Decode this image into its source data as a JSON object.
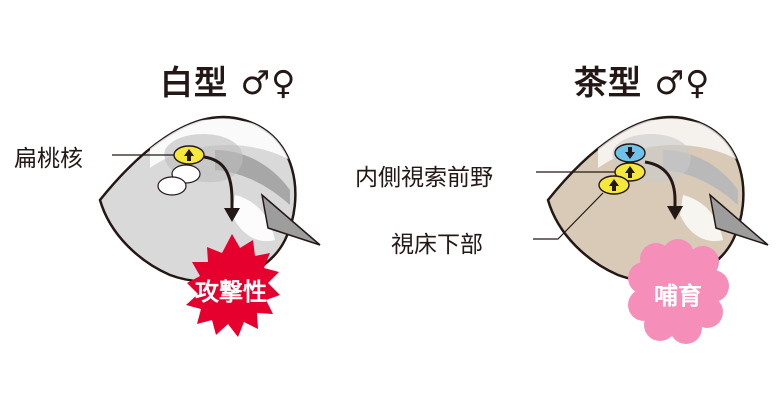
{
  "left": {
    "title": "白型 ♂♀",
    "labels": {
      "amygdala": "扁桃核"
    },
    "outcome": "攻撃性"
  },
  "right": {
    "title": "茶型 ♂♀",
    "labels": {
      "medial_preoptic": "内側視索前野",
      "hypothalamus": "視床下部"
    },
    "outcome": "哺育"
  },
  "colors": {
    "white_morph_body": "#d9d9d9",
    "tan_morph_body": "#d8cab6",
    "head_outline": "#231815",
    "beak": "#9d9d9d",
    "stripe": "#a7a7a7",
    "up_marker": "#f5e83a",
    "down_marker": "#6fc3ea",
    "aggression_burst": "#e5002d",
    "parenting_cloud": "#f58fb9"
  },
  "icons": [
    "up-arrow-icon",
    "down-arrow-icon",
    "down-arrow-icon"
  ]
}
